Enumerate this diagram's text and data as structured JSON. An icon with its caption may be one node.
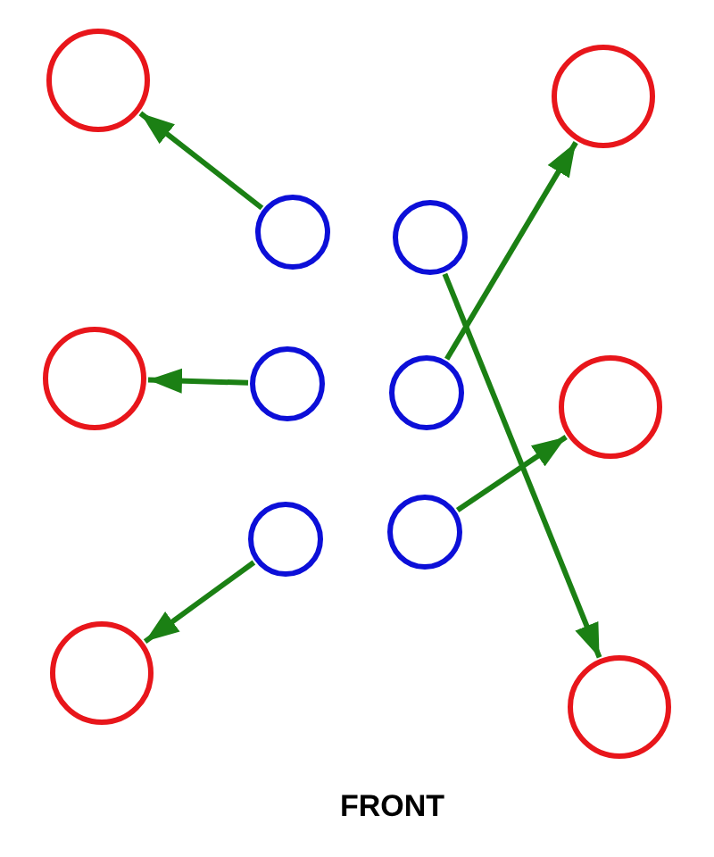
{
  "diagram": {
    "nodes": [
      {
        "text": [],
        "shape": "circle"
      },
      {
        "text": [],
        "shape": "circle"
      },
      {
        "text": [],
        "shape": "circle"
      },
      {
        "text": [],
        "shape": "circle"
      },
      {
        "text": [],
        "shape": "circle"
      },
      {
        "text": [],
        "shape": "circle"
      },
      {
        "text": [],
        "shape": "circle"
      },
      {
        "text": [],
        "shape": "circle"
      },
      {
        "text": [],
        "shape": "circle"
      },
      {
        "text": [],
        "shape": "circle"
      },
      {
        "text": [],
        "shape": "circle"
      },
      {
        "text": [],
        "shape": "circle"
      }
    ],
    "edges": [
      {
        "from": 2,
        "to": 0,
        "arrow": "to"
      },
      {
        "from": 5,
        "to": 4,
        "arrow": "to"
      },
      {
        "from": 8,
        "to": 10,
        "arrow": "to"
      },
      {
        "from": 3,
        "to": 11,
        "arrow": "to"
      },
      {
        "from": 6,
        "to": 1,
        "arrow": "to"
      },
      {
        "from": 9,
        "to": 7,
        "arrow": "to"
      }
    ],
    "labels": [
      "FRONT"
    ]
  }
}
